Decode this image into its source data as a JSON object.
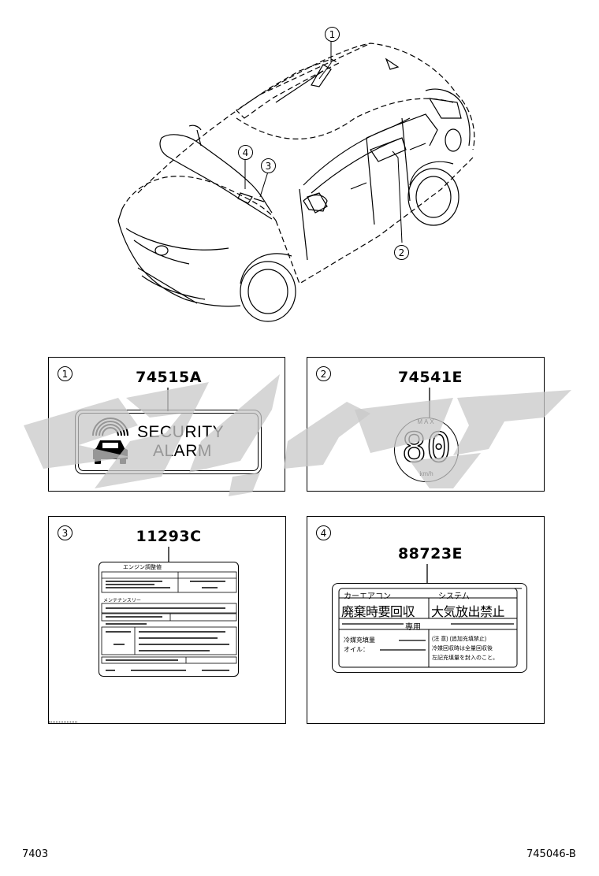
{
  "callouts": {
    "c1": "1",
    "c2": "2",
    "c3": "3",
    "c4": "4"
  },
  "panels": [
    {
      "num": "1",
      "part_no": "74515A",
      "label_line1": "SECURITY",
      "label_line2": "ALARM"
    },
    {
      "num": "2",
      "part_no": "74541E",
      "top_text": "MAX",
      "big_number": "80",
      "unit": "km/h"
    },
    {
      "num": "3",
      "part_no": "11293C",
      "header": "エンジン調整値",
      "sub_header": "メンテナンスリー"
    },
    {
      "num": "4",
      "part_no": "88723E",
      "row1_left": "カーエアコン",
      "row1_right": "システム",
      "row2_left": "廃棄時要回収",
      "row2_right": "大気放出禁止",
      "row3": "専用",
      "row4_left_a": "冷媒充填量",
      "row4_left_b": "オイル：",
      "row4_right_a": "(注 意) (追加充填禁止)",
      "row4_right_b": "冷媒回収時は全量回収後",
      "row4_right_c": "左記充填量を封入のこと。"
    }
  ],
  "footer": {
    "left": "7403",
    "right": "745046-B"
  },
  "watermark_color": "#c8c8c8"
}
